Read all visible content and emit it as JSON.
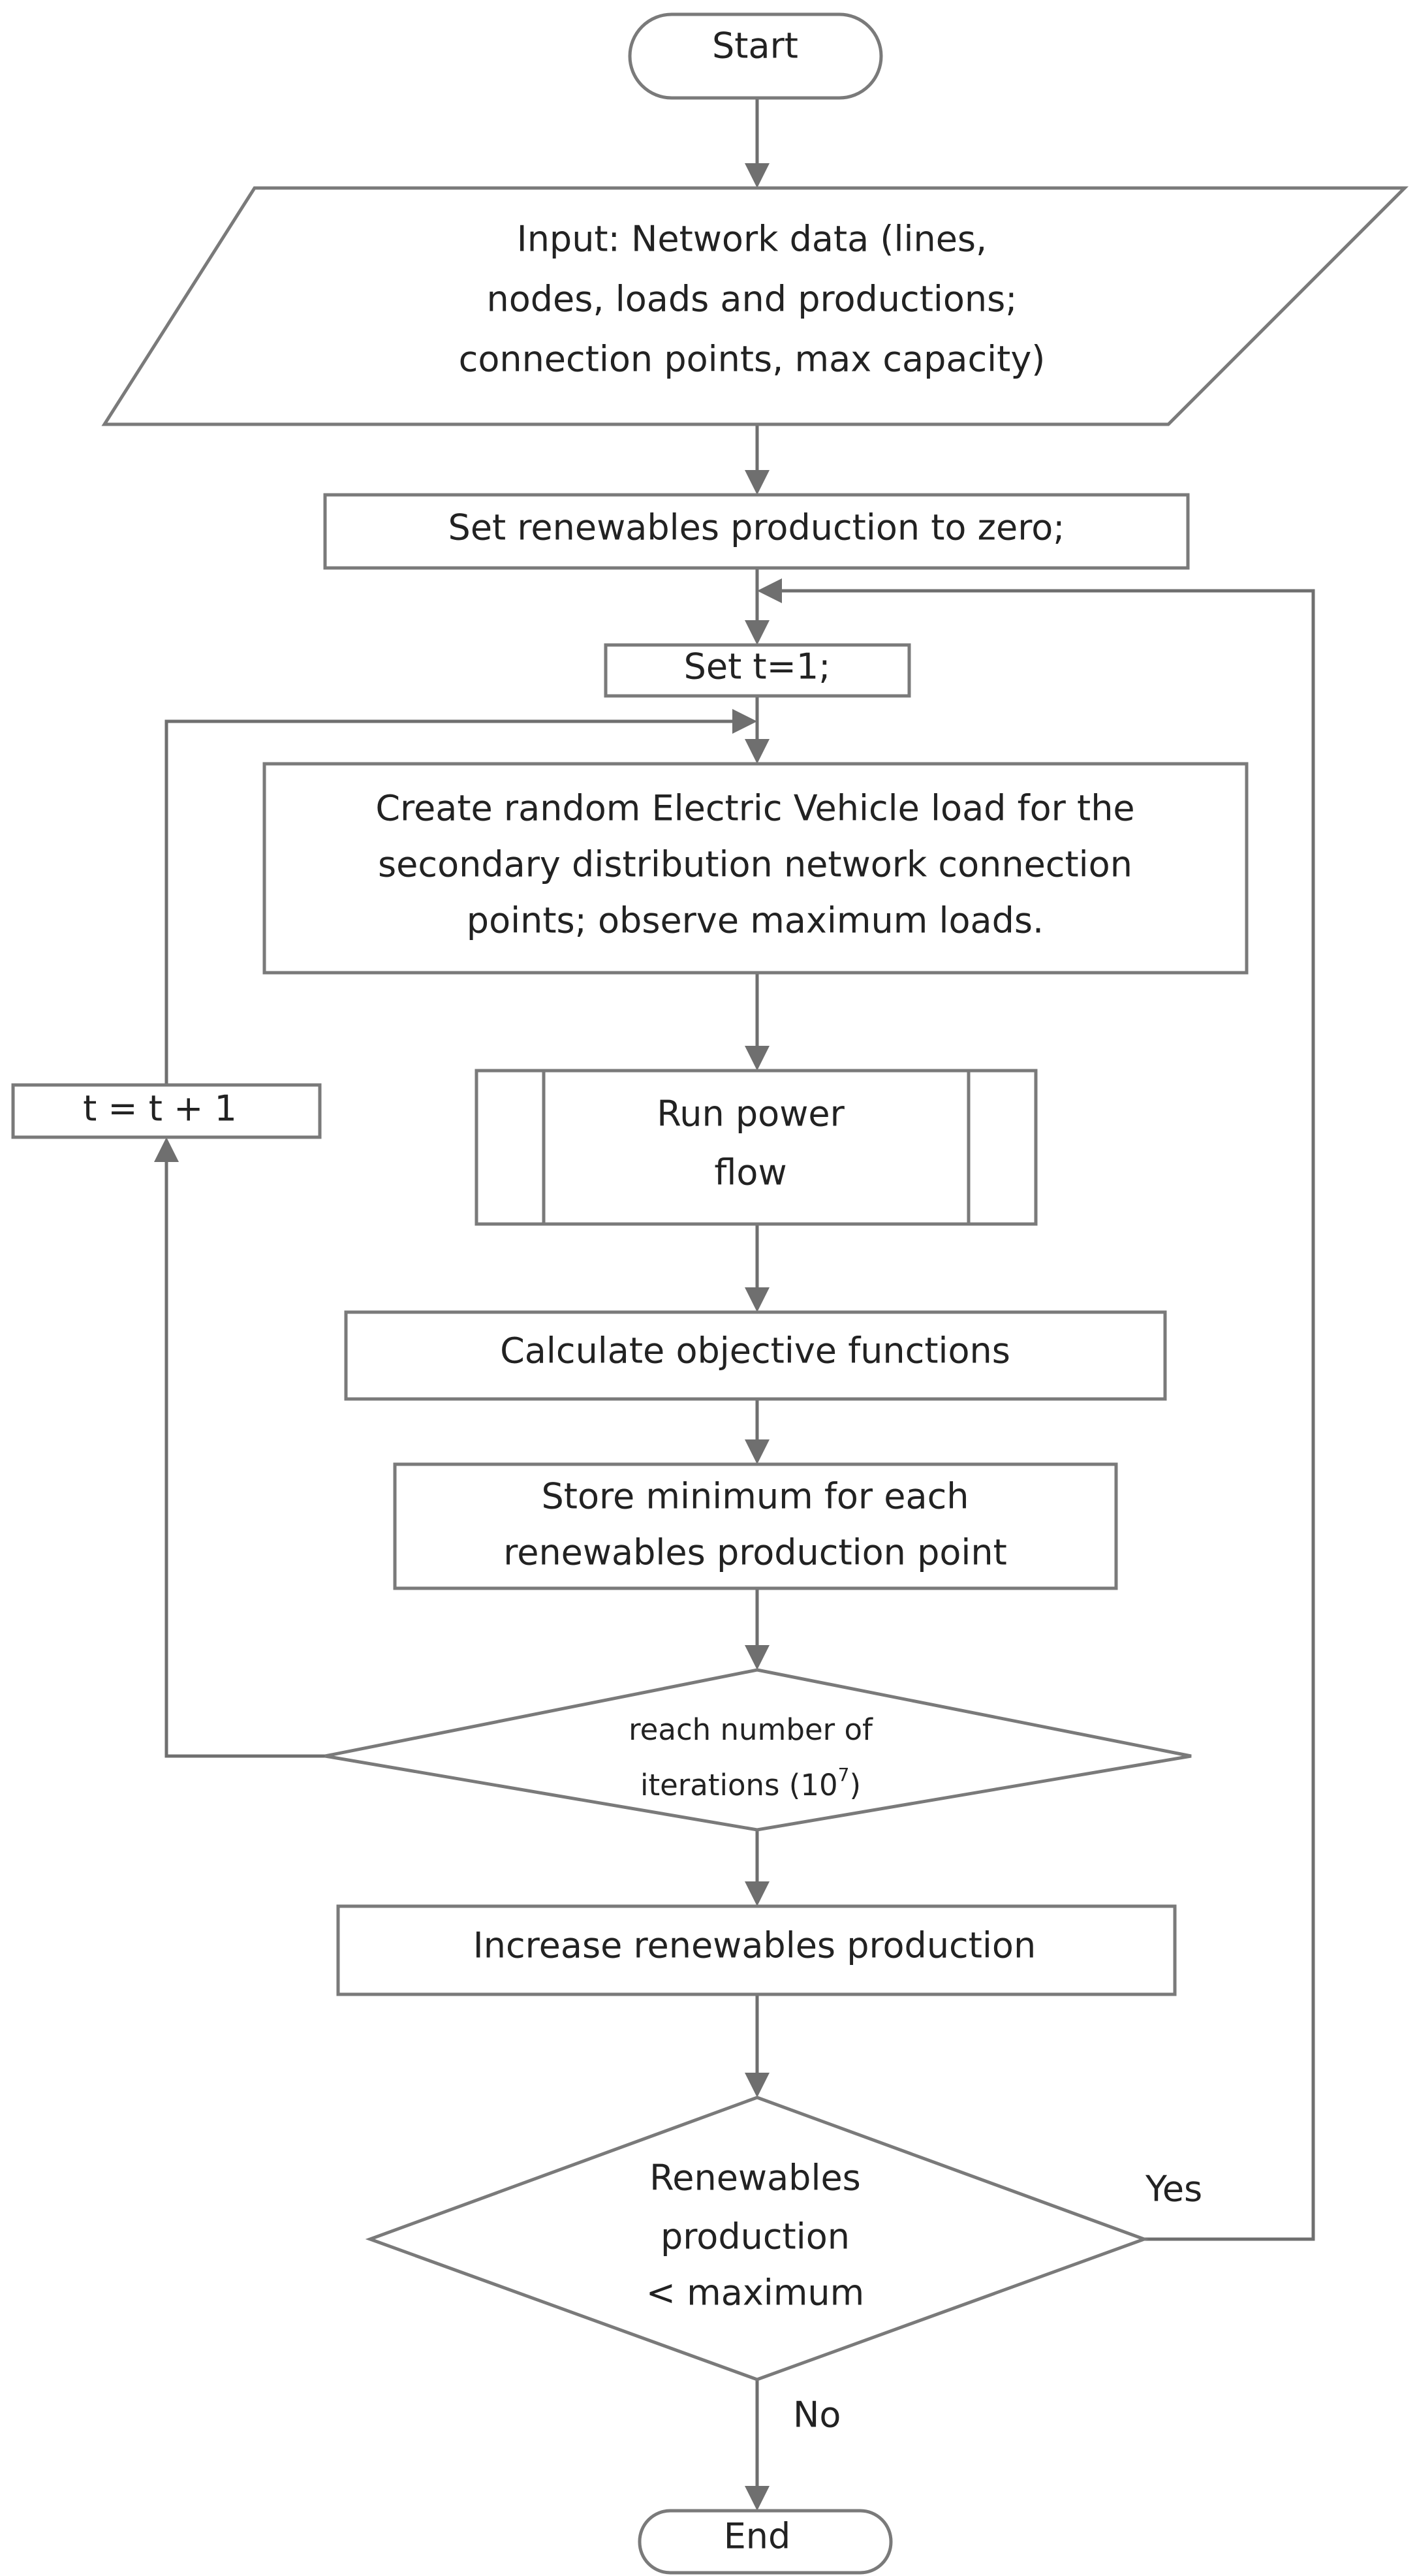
{
  "flowchart": {
    "start": "Start",
    "input": [
      "Input: Network data (lines,",
      "nodes, loads and productions;",
      "connection points, max capacity)"
    ],
    "set_zero": "Set renewables production to zero;",
    "set_t": "Set t=1;",
    "create_load": [
      "Create random Electric Vehicle load for the",
      "secondary distribution network connection",
      "points; observe maximum loads."
    ],
    "run_power_flow": [
      "Run power",
      "flow"
    ],
    "calc_objective": "Calculate objective functions",
    "store_min": [
      "Store minimum for each",
      "renewables production point"
    ],
    "reach_iter": {
      "line1": "reach number of",
      "line2_base": "iterations (10",
      "line2_sup": "7",
      "line2_close": ")"
    },
    "increment_t": "t = t + 1",
    "increase_prod": "Increase renewables production",
    "check_max": [
      "Renewables",
      "production",
      "< maximum"
    ],
    "yes": "Yes",
    "no": "No",
    "end": "End"
  }
}
